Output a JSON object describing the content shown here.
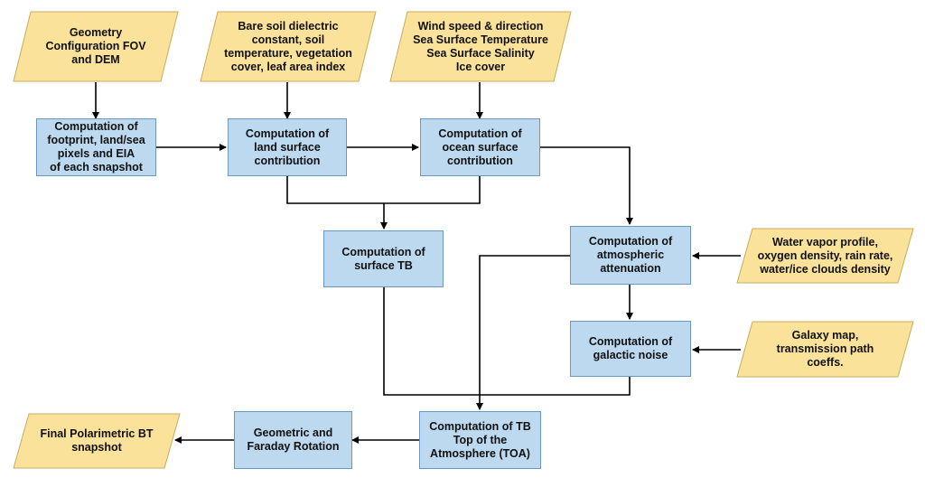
{
  "inputs": {
    "geometry": "Geometry\nConfiguration FOV\nand DEM",
    "land_params": "Bare soil dielectric\nconstant, soil\ntemperature, vegetation\ncover, leaf area index",
    "ocean_params": "Wind speed & direction\nSea Surface Temperature\nSea Surface Salinity\nIce cover",
    "atmo_params": "Water vapor profile,\noxygen density, rain rate,\nwater/ice clouds density",
    "galaxy_params": "Galaxy map,\ntransmission path\ncoeffs.",
    "final_output": "Final Polarimetric BT\nsnapshot"
  },
  "processes": {
    "footprint": "Computation of\nfootprint, land/sea\npixels and EIA\nof each snapshot",
    "land": "Computation of\nland surface\ncontribution",
    "ocean": "Computation of\nocean surface\ncontribution",
    "surface_tb": "Computation of\nsurface TB",
    "atmo": "Computation of\natmospheric\nattenuation",
    "galactic": "Computation of\ngalactic noise",
    "toa": "Computation of TB\nTop of the\nAtmosphere (TOA)",
    "rotation": "Geometric and\nFaraday Rotation"
  },
  "colors": {
    "process_fill": "#bcd9ef",
    "process_border": "#6c97c2",
    "input_fill": "#fbe29a",
    "input_border": "#c7ad5c",
    "arrow": "#000000"
  }
}
